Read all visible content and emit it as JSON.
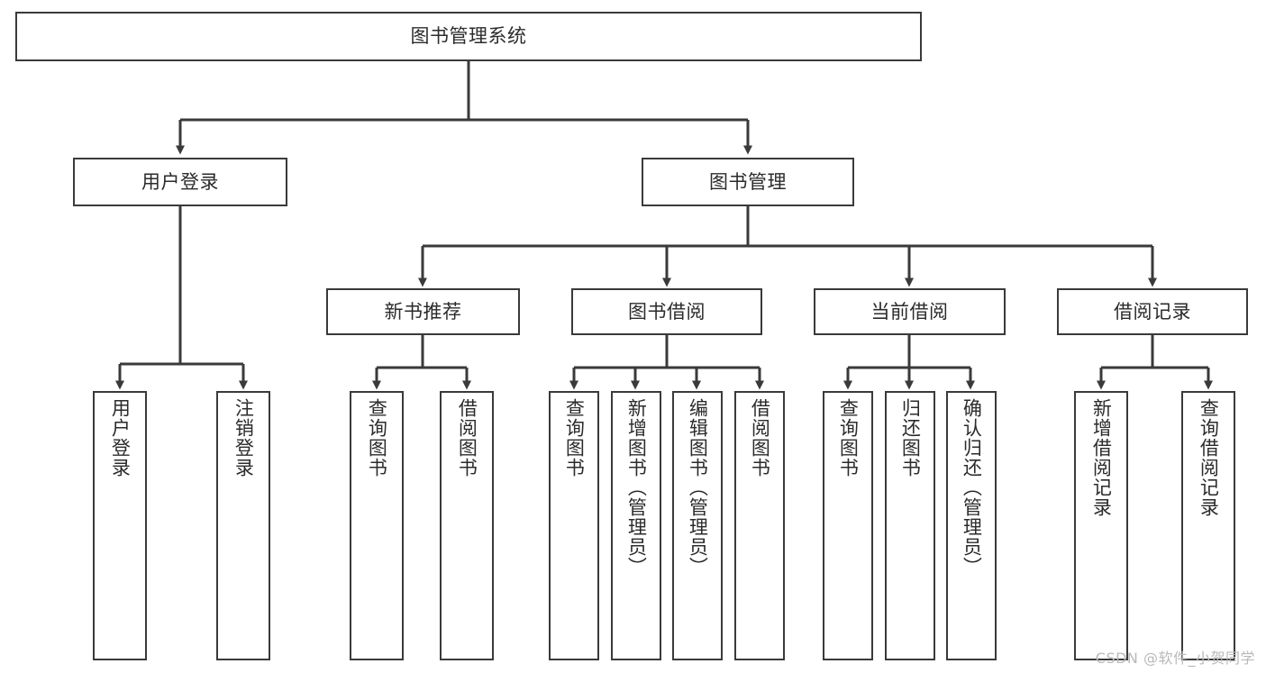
{
  "diagram": {
    "title": "图书管理系统",
    "type": "hierarchy-tree",
    "colors": {
      "background": "#ffffff",
      "box_border": "#3a3a3a",
      "connector": "#3a3a3a",
      "text": "#2b2b2b",
      "watermark": "#b9b9b9"
    },
    "root": {
      "label": "图书管理系统"
    },
    "level2": [
      {
        "label": "用户登录"
      },
      {
        "label": "图书管理"
      }
    ],
    "level3": [
      {
        "label": "新书推荐"
      },
      {
        "label": "图书借阅"
      },
      {
        "label": "当前借阅"
      },
      {
        "label": "借阅记录"
      }
    ],
    "leaves": {
      "user_login": [
        {
          "label": "用户登录"
        },
        {
          "label": "注销登录"
        }
      ],
      "new_book": [
        {
          "label": "查询图书"
        },
        {
          "label": "借阅图书"
        }
      ],
      "book_borrow": [
        {
          "label": "查询图书"
        },
        {
          "label": "新增图书（管理员）"
        },
        {
          "label": "编辑图书（管理员）"
        },
        {
          "label": "借阅图书"
        }
      ],
      "current_borrow": [
        {
          "label": "查询图书"
        },
        {
          "label": "归还图书"
        },
        {
          "label": "确认归还（管理员）"
        }
      ],
      "borrow_record": [
        {
          "label": "新增借阅记录"
        },
        {
          "label": "查询借阅记录"
        }
      ]
    }
  },
  "watermark": {
    "text": "CSDN @软件_小贺同学"
  }
}
